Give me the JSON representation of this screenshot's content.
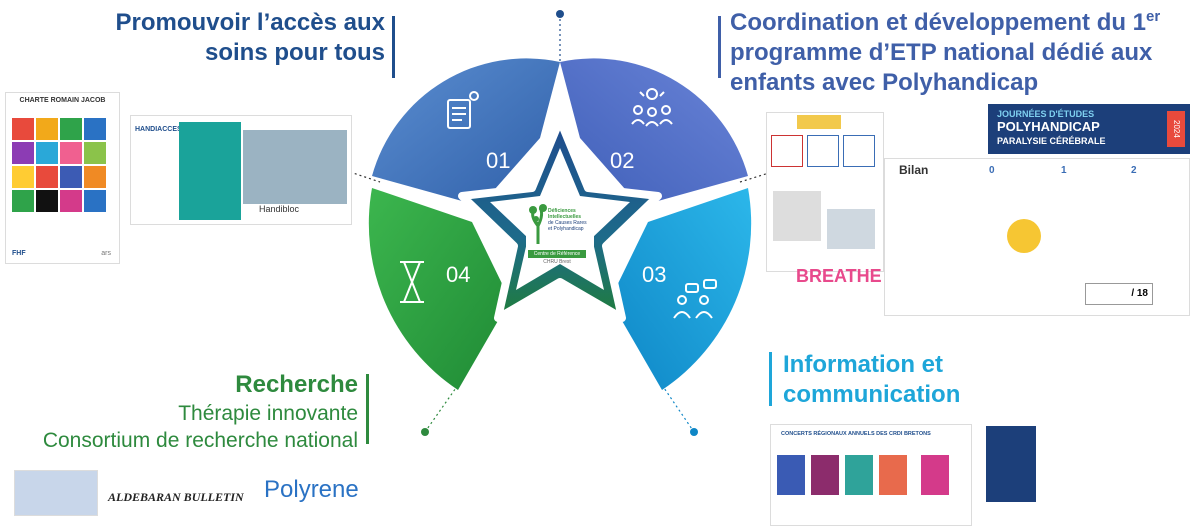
{
  "sections": {
    "s1": {
      "title": "Promouvoir l’accès aux soins pour tous",
      "number": "01"
    },
    "s2": {
      "title_main": "Coordination et développement du 1",
      "title_sup": "er",
      "title_rest": "programme d’ETP national dédié aux enfants avec Polyhandicap",
      "number": "02"
    },
    "s3": {
      "title": "Information et communication",
      "number": "03"
    },
    "s4": {
      "title": "Recherche",
      "sub1": "Thérapie innovante",
      "sub2": "Consortium de recherche national",
      "number": "04"
    }
  },
  "center": {
    "line1": "Déficiences",
    "line2": "Intellectuelles",
    "line3": "de Causes Rares",
    "line4": "et Polyhandicap",
    "badge": "Centre de Référence",
    "org": "CHRU Brest"
  },
  "thumbs": {
    "charte": {
      "title": "CHARTE ROMAIN JACOB",
      "logos": [
        "FHF",
        "ars"
      ]
    },
    "handiacces": {
      "title": "HANDIACCES29",
      "caption": "Handibloc"
    },
    "journees": {
      "title1": "JOURNÉES D'ÉTUDES",
      "title2": "POLYHANDICAP",
      "title3": "PARALYSIE CÉRÉBRALE",
      "year": "2024"
    },
    "bilan": {
      "title": "Bilan",
      "col0": "0",
      "col1": "1",
      "col2": "2",
      "score": "/ 18"
    },
    "breathe": {
      "title": "BREATHE"
    },
    "concerts": {
      "title": "CONCERTS RÉGIONAUX ANNUELS DES CRDI BRETONS"
    },
    "recherche": {
      "bulletin": "ALDEBARAN BULLETIN",
      "polyrene": "Polyrene"
    }
  },
  "colors": {
    "s1": "#3a6db5",
    "s2": "#4a6fc4",
    "s3": "#1aa3dc",
    "s4": "#35a84a",
    "star": "#1c3f7a"
  }
}
